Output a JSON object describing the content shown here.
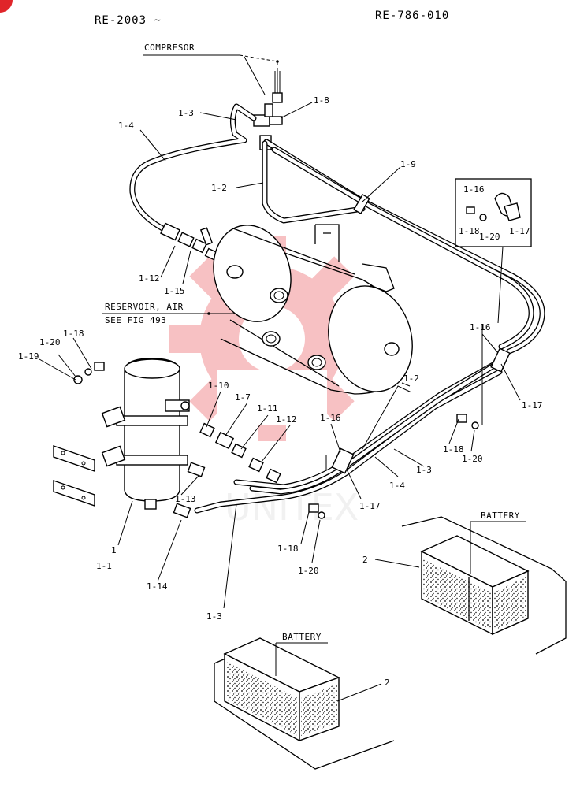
{
  "header": {
    "left_code": "RE-2003 ~",
    "right_code": "RE-786-010"
  },
  "captions": {
    "compresor": "COMPRESOR",
    "reservoir_line1": "RESERVOIR, AIR",
    "reservoir_line2": "SEE FIG 493",
    "battery_upper": "BATTERY",
    "battery_lower": "BATTERY"
  },
  "callouts": {
    "c1_3_top": "1-3",
    "c1_8": "1-8",
    "c1_4_top": "1-4",
    "c1_2_top": "1-2",
    "c1_9": "1-9",
    "c1_12_left": "1-12",
    "c1_15": "1-15",
    "c1_16_box": "1-16",
    "c1_18_box": "1-18",
    "c1_20_box": "1-20",
    "c1_17_box": "1-17",
    "c1_18_left": "1-18",
    "c1_20_left": "1-20",
    "c1_19": "1-19",
    "c1_10": "1-10",
    "c1_7": "1-7",
    "c1_11": "1-11",
    "c1_12_mid": "1-12",
    "c1_16_right": "1-16",
    "c1_17_right": "1-17",
    "c1_2_right": "1-2",
    "c1_16_mid": "1-16",
    "c1_18_right": "1-18",
    "c1_20_right": "1-20",
    "c1_3_right": "1-3",
    "c1_4_right": "1-4",
    "c1_17_mid": "1-17",
    "c1_13": "1-13",
    "c1": "1",
    "c1_1": "1-1",
    "c1_14": "1-14",
    "c1_18_bottom": "1-18",
    "c1_20_bottom": "1-20",
    "c1_3_bottom": "1-3",
    "c2_upper": "2",
    "c2_lower": "2"
  },
  "watermark": {
    "text": "UNITEX",
    "color": "#e8464b"
  },
  "corner_badge_color": "#e0252a"
}
